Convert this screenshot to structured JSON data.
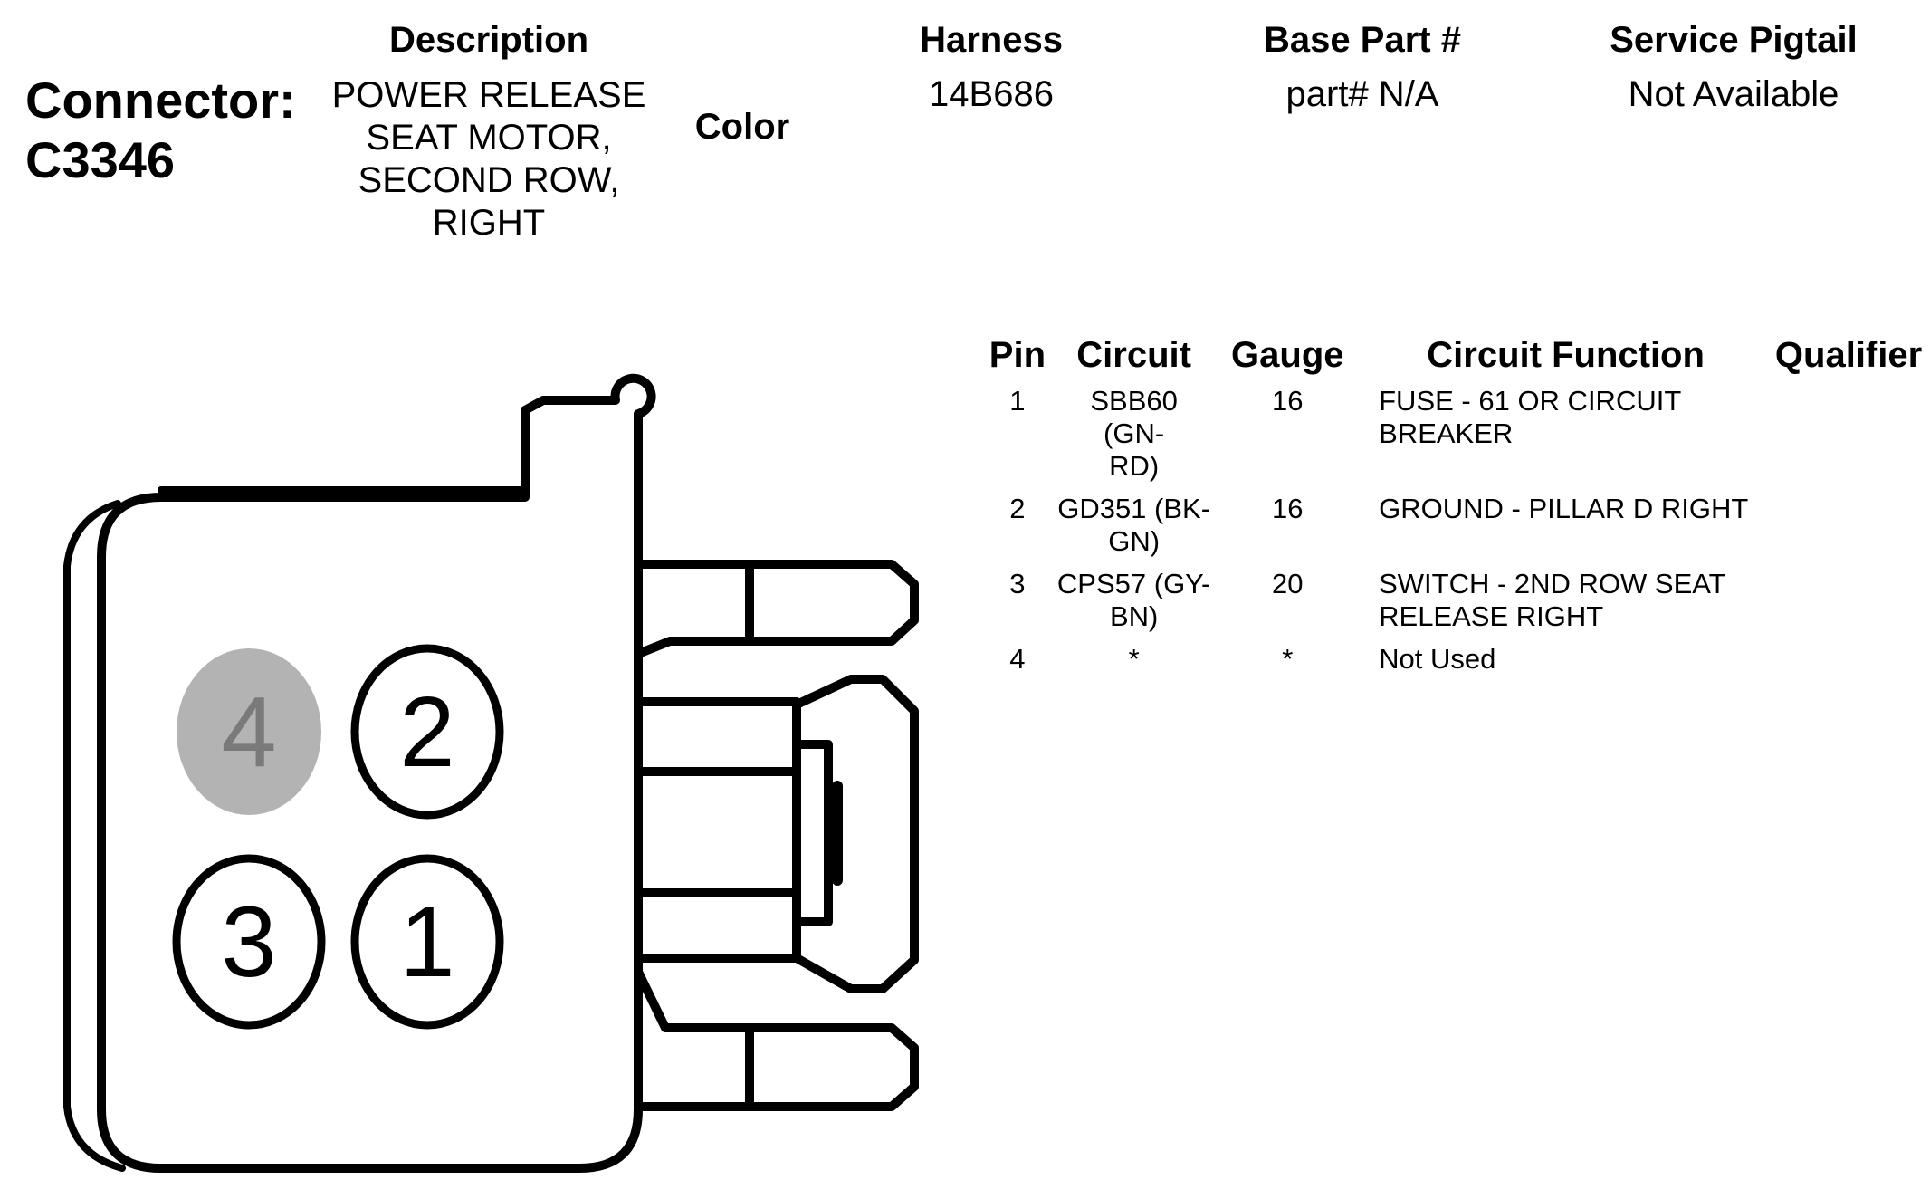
{
  "connector": {
    "label_prefix": "Connector:",
    "id": "C3346"
  },
  "header": {
    "description_label": "Description",
    "description_lines": [
      "POWER RELEASE",
      "SEAT MOTOR,",
      "SECOND ROW,",
      "RIGHT"
    ],
    "color_label": "Color",
    "harness_label": "Harness",
    "harness_value": "14B686",
    "base_part_label": "Base Part #",
    "base_part_value": "part# N/A",
    "service_pigtail_label": "Service Pigtail",
    "service_pigtail_value": "Not Available"
  },
  "pin_table": {
    "headers": [
      "Pin",
      "Circuit",
      "Gauge",
      "Circuit Function",
      "Qualifier"
    ],
    "rows": [
      {
        "pin": "1",
        "circuit": [
          "SBB60 (GN-",
          "RD)"
        ],
        "gauge": "16",
        "function": [
          "FUSE - 61 OR CIRCUIT",
          "BREAKER"
        ],
        "qualifier": ""
      },
      {
        "pin": "2",
        "circuit": [
          "GD351 (BK-",
          "GN)"
        ],
        "gauge": "16",
        "function": [
          "GROUND - PILLAR D RIGHT"
        ],
        "qualifier": ""
      },
      {
        "pin": "3",
        "circuit": [
          "CPS57 (GY-",
          "BN)"
        ],
        "gauge": "20",
        "function": [
          "SWITCH - 2ND ROW SEAT",
          "RELEASE RIGHT"
        ],
        "qualifier": ""
      },
      {
        "pin": "4",
        "circuit": [
          "*"
        ],
        "gauge": "*",
        "function": [
          "Not Used"
        ],
        "qualifier": ""
      }
    ]
  },
  "diagram": {
    "pins": [
      {
        "label": "4",
        "state": "unused"
      },
      {
        "label": "2",
        "state": "used"
      },
      {
        "label": "3",
        "state": "used"
      },
      {
        "label": "1",
        "state": "used"
      }
    ],
    "colors": {
      "outline": "#000000",
      "unused_pin_fill": "#b3b3b3",
      "unused_pin_text": "#7a7a7a"
    }
  }
}
